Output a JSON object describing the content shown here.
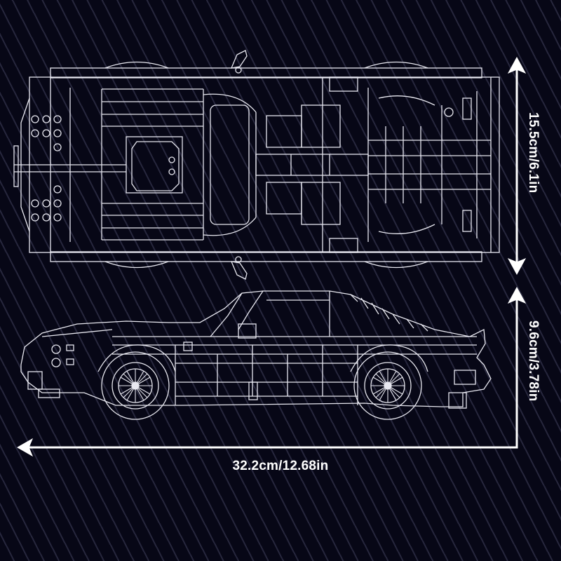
{
  "title": "Brick sports car dimension blueprint",
  "colors": {
    "background": "#070716",
    "stripes": "#6a6a90",
    "lines": "#e8e8f0",
    "text": "#ffffff"
  },
  "views": [
    {
      "name": "top-view",
      "description": "Top-down outline of brick-built convertible sports car"
    },
    {
      "name": "side-view",
      "description": "Side profile outline of brick-built sports car with two spoked wheels"
    }
  ],
  "dimensions": {
    "length": {
      "label": "32.2cm/12.68in",
      "cm": 32.2,
      "in": 12.68,
      "orientation": "horizontal"
    },
    "width": {
      "label": "15.5cm/6.1in",
      "cm": 15.5,
      "in": 6.1,
      "orientation": "vertical"
    },
    "height": {
      "label": "9.6cm/3.78in",
      "cm": 9.6,
      "in": 3.78,
      "orientation": "vertical"
    }
  }
}
